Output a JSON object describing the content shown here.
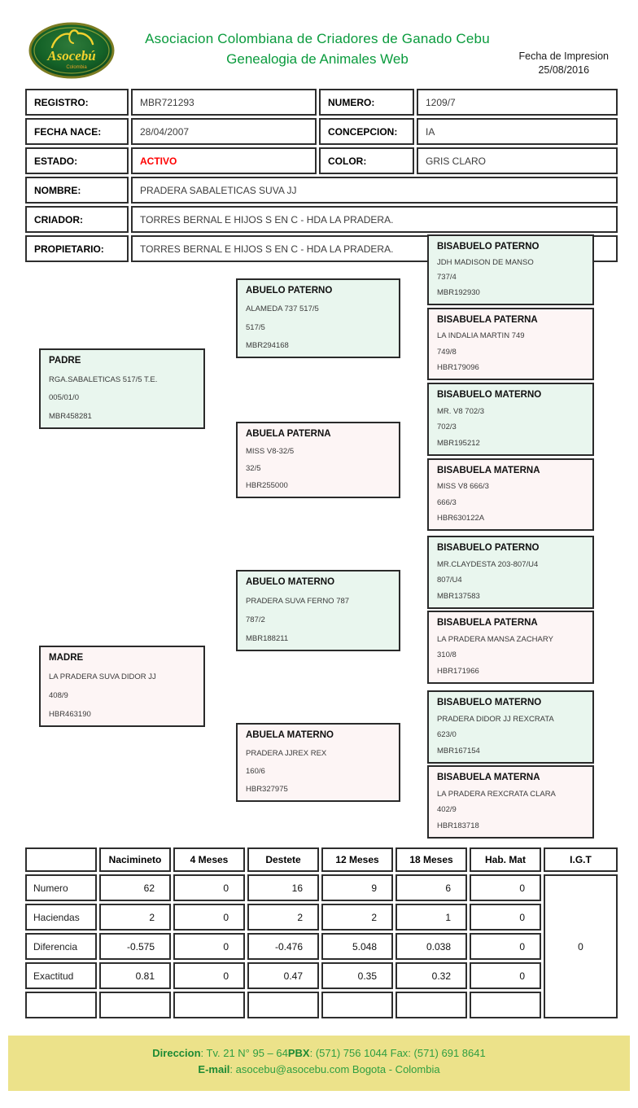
{
  "header": {
    "logo_brand": "Asocebú",
    "logo_sub": "Colombia",
    "title_line1": "Asociacion Colombiana de Criadores de Ganado Cebu",
    "title_line2": "Genealogia de Animales Web",
    "print_label": "Fecha de Impresion",
    "print_date": "25/08/2016"
  },
  "info": {
    "registro_label": "REGISTRO:",
    "registro": "MBR721293",
    "numero_label": "NUMERO:",
    "numero": "1209/7",
    "fecha_label": "FECHA NACE:",
    "fecha": "28/04/2007",
    "concepcion_label": "CONCEPCION:",
    "concepcion": "IA",
    "estado_label": "ESTADO:",
    "estado": "ACTIVO",
    "color_label": "COLOR:",
    "color": "GRIS CLARO",
    "nombre_label": "NOMBRE:",
    "nombre": "PRADERA SABALETICAS SUVA JJ",
    "criador_label": "CRIADOR:",
    "criador": "TORRES BERNAL E HIJOS S EN C - HDA LA PRADERA.",
    "propietario_label": "PROPIETARIO:",
    "propietario": "TORRES BERNAL E HIJOS S EN C - HDA LA PRADERA."
  },
  "pedigree": {
    "boxes": [
      {
        "title": "PADRE",
        "name": "RGA.SABALETICAS 517/5  T.E.",
        "num": "005/01/0",
        "reg": "MBR458281"
      },
      {
        "title": "ABUELO PATERNO",
        "name": "ALAMEDA 737 517/5",
        "num": "517/5",
        "reg": "MBR294168"
      },
      {
        "title": "ABUELA PATERNA",
        "name": "MISS V8-32/5",
        "num": "32/5",
        "reg": "HBR255000"
      },
      {
        "title": "MADRE",
        "name": "LA PRADERA SUVA DIDOR JJ",
        "num": "408/9",
        "reg": "HBR463190"
      },
      {
        "title": "ABUELO MATERNO",
        "name": "PRADERA SUVA FERNO 787",
        "num": "787/2",
        "reg": "MBR188211"
      },
      {
        "title": "ABUELA MATERNO",
        "name": "PRADERA JJREX REX",
        "num": "160/6",
        "reg": "HBR327975"
      },
      {
        "title": "BISABUELO PATERNO",
        "name": "JDH MADISON DE MANSO",
        "num": "737/4",
        "reg": "MBR192930"
      },
      {
        "title": "BISABUELA PATERNA",
        "name": "LA INDALIA MARTIN 749",
        "num": "749/8",
        "reg": "HBR179096"
      },
      {
        "title": "BISABUELO MATERNO",
        "name": "MR. V8 702/3",
        "num": "702/3",
        "reg": "MBR195212"
      },
      {
        "title": "BISABUELA MATERNA",
        "name": "MISS V8 666/3",
        "num": "666/3",
        "reg": "HBR630122A"
      },
      {
        "title": "BISABUELO PATERNO",
        "name": "MR.CLAYDESTA 203-807/U4",
        "num": "807/U4",
        "reg": "MBR137583"
      },
      {
        "title": "BISABUELA PATERNA",
        "name": "LA PRADERA MANSA ZACHARY",
        "num": "310/8",
        "reg": "HBR171966"
      },
      {
        "title": "BISABUELO MATERNO",
        "name": "PRADERA DIDOR JJ REXCRATA",
        "num": "623/0",
        "reg": "MBR167154"
      },
      {
        "title": "BISABUELA MATERNA",
        "name": "LA PRADERA REXCRATA CLARA",
        "num": "402/9",
        "reg": "HBR183718"
      }
    ]
  },
  "chart_data": {
    "type": "table",
    "title": "Resumen genetico",
    "categories": [
      "Nacimineto",
      "4 Meses",
      "Destete",
      "12 Meses",
      "18 Meses",
      "Hab. Mat"
    ],
    "series": [
      {
        "name": "Numero",
        "values": [
          62,
          0,
          16,
          9,
          6,
          0
        ]
      },
      {
        "name": "Haciendas",
        "values": [
          2,
          0,
          2,
          2,
          1,
          0
        ]
      },
      {
        "name": "Diferencia",
        "values": [
          -0.575,
          0,
          -0.476,
          5.048,
          0.038,
          0
        ]
      },
      {
        "name": "Exactitud",
        "values": [
          0.81,
          0,
          0.47,
          0.35,
          0.32,
          0
        ]
      }
    ],
    "igt": 0
  },
  "stats": {
    "col_headers": [
      "",
      "Nacimineto",
      "4 Meses",
      "Destete",
      "12 Meses",
      "18 Meses",
      "Hab. Mat",
      "I.G.T"
    ],
    "rows": [
      {
        "label": "Numero",
        "values": [
          "62",
          "0",
          "16",
          "9",
          "6",
          "0"
        ]
      },
      {
        "label": "Haciendas",
        "values": [
          "2",
          "0",
          "2",
          "2",
          "1",
          "0"
        ]
      },
      {
        "label": "Diferencia",
        "values": [
          "-0.575",
          "0",
          "-0.476",
          "5.048",
          "0.038",
          "0"
        ]
      },
      {
        "label": "Exactitud",
        "values": [
          "0.81",
          "0",
          "0.47",
          "0.35",
          "0.32",
          "0"
        ]
      },
      {
        "label": "",
        "values": [
          "",
          "",
          "",
          "",
          "",
          ""
        ]
      }
    ],
    "igt_value": "0"
  },
  "footer": {
    "direccion_label": "Direccion",
    "direccion_text": ": Tv. 21 N°  95 – 64",
    "pbx_label": "PBX",
    "pbx_text": ": (571) 756 1044 Fax: (571) 691 8641",
    "email_label": "E-mail",
    "email_text": ": asocebu@asocebu.com Bogota - Colombia"
  },
  "colors": {
    "brand_green": "#0a9b3d",
    "status_red": "#ff0000",
    "male_box_bg": "#e9f6ee",
    "female_box_bg": "#fdf5f5",
    "footer_bg": "#ece28a"
  }
}
